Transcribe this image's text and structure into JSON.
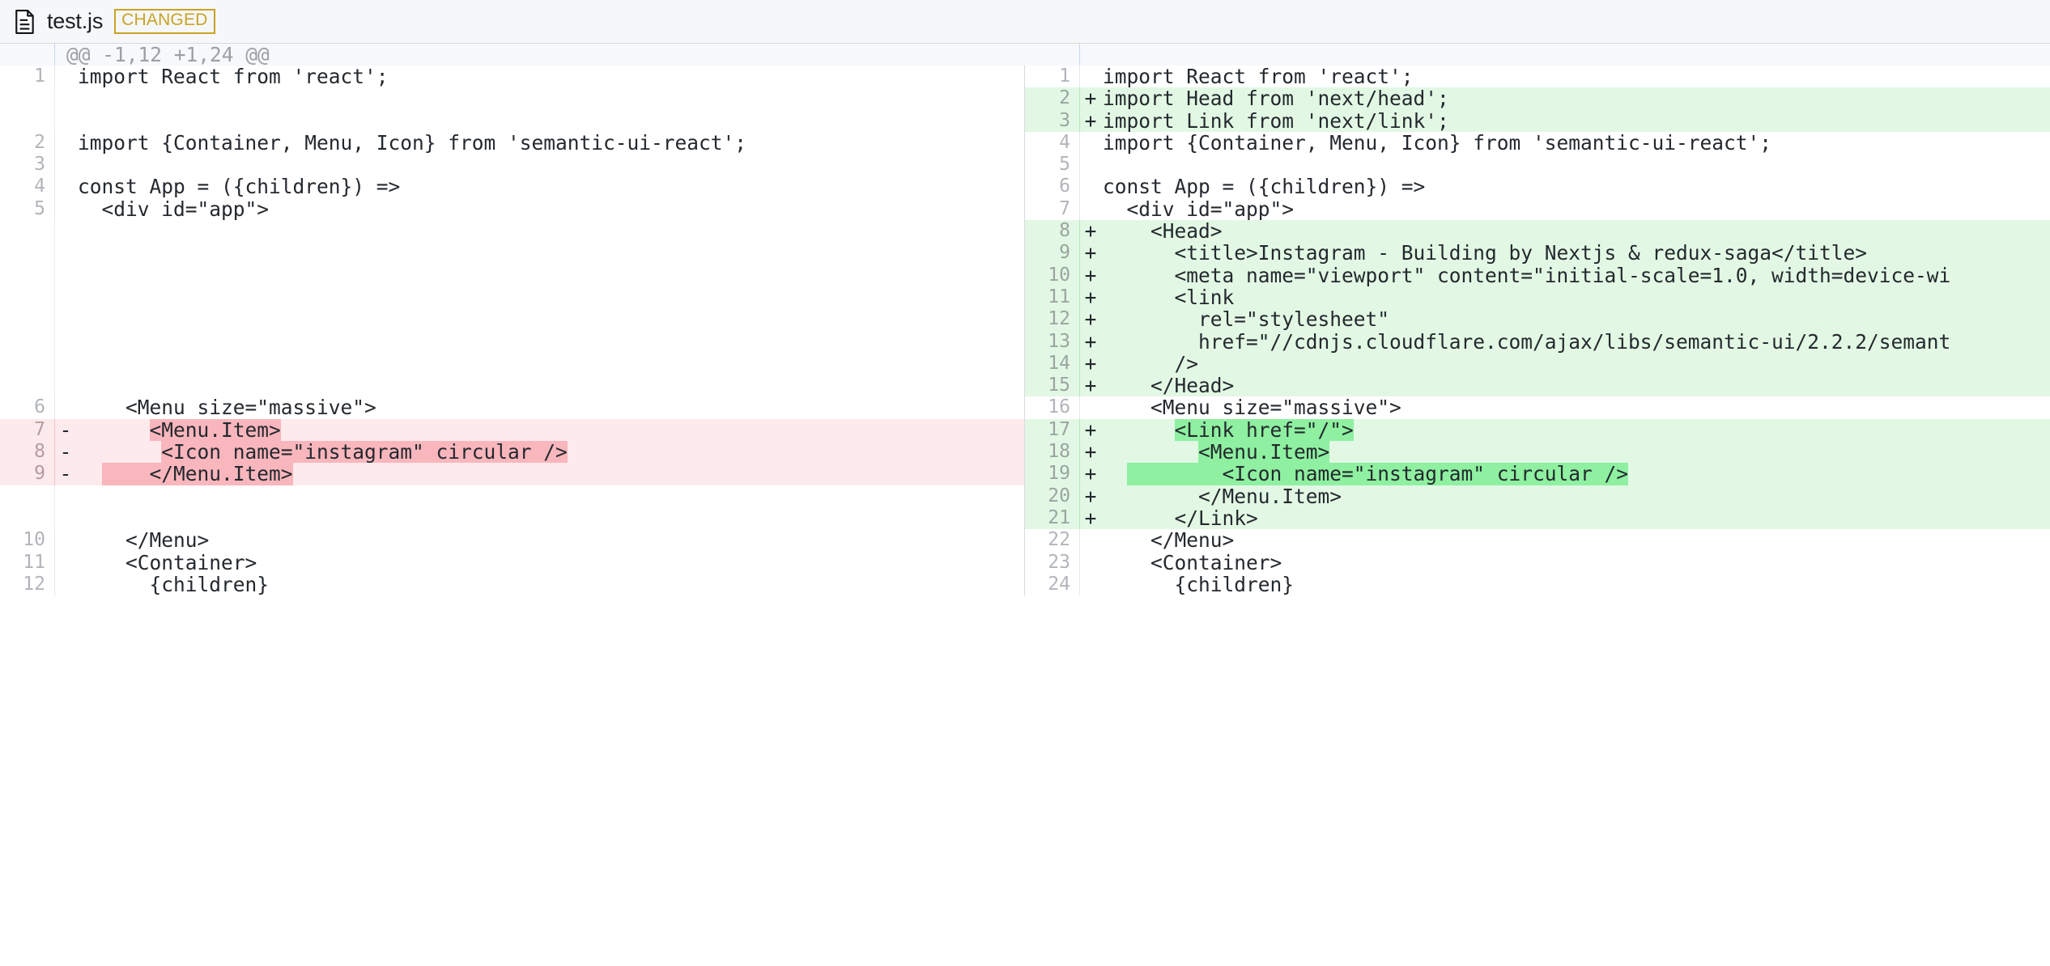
{
  "header": {
    "file_icon": "file-document-icon",
    "file_name": "test.js",
    "status": "CHANGED",
    "status_color": "#c9a227"
  },
  "colors": {
    "added_bg": "#e2f8e4",
    "deleted_bg": "#fdeaec",
    "added_word_bg": "#8ef0a0",
    "deleted_word_bg": "#f9b6bd",
    "hunk_bg": "#f6f8fc",
    "gutter_text": "#b1b5ba",
    "code_text": "#24292e"
  },
  "hunk": {
    "header": "@@ -1,12 +1,24 @@"
  },
  "diff": {
    "left_rows": [
      {
        "num": "1",
        "type": "context",
        "mark": " ",
        "segments": [
          {
            "text": "import React from 'react';"
          }
        ]
      },
      {
        "num": "",
        "type": "empty",
        "mark": " ",
        "segments": [
          {
            "text": ""
          }
        ]
      },
      {
        "num": "",
        "type": "empty",
        "mark": " ",
        "segments": [
          {
            "text": ""
          }
        ]
      },
      {
        "num": "2",
        "type": "context",
        "mark": " ",
        "segments": [
          {
            "text": "import {Container, Menu, Icon} from 'semantic-ui-react';"
          }
        ]
      },
      {
        "num": "3",
        "type": "context",
        "mark": " ",
        "segments": [
          {
            "text": ""
          }
        ]
      },
      {
        "num": "4",
        "type": "context",
        "mark": " ",
        "segments": [
          {
            "text": "const App = ({children}) =>"
          }
        ]
      },
      {
        "num": "5",
        "type": "context",
        "mark": " ",
        "segments": [
          {
            "text": "  <div id=\"app\">"
          }
        ]
      },
      {
        "num": "",
        "type": "empty",
        "mark": " ",
        "segments": [
          {
            "text": ""
          }
        ]
      },
      {
        "num": "",
        "type": "empty",
        "mark": " ",
        "segments": [
          {
            "text": ""
          }
        ]
      },
      {
        "num": "",
        "type": "empty",
        "mark": " ",
        "segments": [
          {
            "text": ""
          }
        ]
      },
      {
        "num": "",
        "type": "empty",
        "mark": " ",
        "segments": [
          {
            "text": ""
          }
        ]
      },
      {
        "num": "",
        "type": "empty",
        "mark": " ",
        "segments": [
          {
            "text": ""
          }
        ]
      },
      {
        "num": "",
        "type": "empty",
        "mark": " ",
        "segments": [
          {
            "text": ""
          }
        ]
      },
      {
        "num": "",
        "type": "empty",
        "mark": " ",
        "segments": [
          {
            "text": ""
          }
        ]
      },
      {
        "num": "",
        "type": "empty",
        "mark": " ",
        "segments": [
          {
            "text": ""
          }
        ]
      },
      {
        "num": "6",
        "type": "context",
        "mark": " ",
        "segments": [
          {
            "text": "    <Menu size=\"massive\">"
          }
        ]
      },
      {
        "num": "7",
        "type": "del",
        "mark": "-",
        "segments": [
          {
            "text": "      "
          },
          {
            "text": "<Menu.Item>",
            "hl": true
          }
        ]
      },
      {
        "num": "8",
        "type": "del",
        "mark": "-",
        "segments": [
          {
            "text": "       "
          },
          {
            "text": "<Icon name=\"instagram\" circular />",
            "hl": true
          }
        ]
      },
      {
        "num": "9",
        "type": "del",
        "mark": "-",
        "segments": [
          {
            "text": "  "
          },
          {
            "text": "    </Menu.Item>",
            "hl": true
          }
        ]
      },
      {
        "num": "",
        "type": "empty",
        "mark": " ",
        "segments": [
          {
            "text": ""
          }
        ]
      },
      {
        "num": "",
        "type": "empty",
        "mark": " ",
        "segments": [
          {
            "text": ""
          }
        ]
      },
      {
        "num": "10",
        "type": "context",
        "mark": " ",
        "segments": [
          {
            "text": "    </Menu>"
          }
        ]
      },
      {
        "num": "11",
        "type": "context",
        "mark": " ",
        "segments": [
          {
            "text": "    <Container>"
          }
        ]
      },
      {
        "num": "12",
        "type": "context",
        "mark": " ",
        "segments": [
          {
            "text": "      {children}"
          }
        ]
      }
    ],
    "right_rows": [
      {
        "num": "1",
        "type": "context",
        "mark": " ",
        "segments": [
          {
            "text": "import React from 'react';"
          }
        ]
      },
      {
        "num": "2",
        "type": "add",
        "mark": "+",
        "segments": [
          {
            "text": "import Head from 'next/head';"
          }
        ]
      },
      {
        "num": "3",
        "type": "add",
        "mark": "+",
        "segments": [
          {
            "text": "import Link from 'next/link';"
          }
        ]
      },
      {
        "num": "4",
        "type": "context",
        "mark": " ",
        "segments": [
          {
            "text": "import {Container, Menu, Icon} from 'semantic-ui-react';"
          }
        ]
      },
      {
        "num": "5",
        "type": "context",
        "mark": " ",
        "segments": [
          {
            "text": ""
          }
        ]
      },
      {
        "num": "6",
        "type": "context",
        "mark": " ",
        "segments": [
          {
            "text": "const App = ({children}) =>"
          }
        ]
      },
      {
        "num": "7",
        "type": "context",
        "mark": " ",
        "segments": [
          {
            "text": "  <div id=\"app\">"
          }
        ]
      },
      {
        "num": "8",
        "type": "add",
        "mark": "+",
        "segments": [
          {
            "text": "    <Head>"
          }
        ]
      },
      {
        "num": "9",
        "type": "add",
        "mark": "+",
        "segments": [
          {
            "text": "      <title>Instagram - Building by Nextjs & redux-saga</title>"
          }
        ]
      },
      {
        "num": "10",
        "type": "add",
        "mark": "+",
        "segments": [
          {
            "text": "      <meta name=\"viewport\" content=\"initial-scale=1.0, width=device-wi"
          }
        ]
      },
      {
        "num": "11",
        "type": "add",
        "mark": "+",
        "segments": [
          {
            "text": "      <link"
          }
        ]
      },
      {
        "num": "12",
        "type": "add",
        "mark": "+",
        "segments": [
          {
            "text": "        rel=\"stylesheet\""
          }
        ]
      },
      {
        "num": "13",
        "type": "add",
        "mark": "+",
        "segments": [
          {
            "text": "        href=\"//cdnjs.cloudflare.com/ajax/libs/semantic-ui/2.2.2/semant"
          }
        ]
      },
      {
        "num": "14",
        "type": "add",
        "mark": "+",
        "segments": [
          {
            "text": "      />"
          }
        ]
      },
      {
        "num": "15",
        "type": "add",
        "mark": "+",
        "segments": [
          {
            "text": "    </Head>"
          }
        ]
      },
      {
        "num": "16",
        "type": "context",
        "mark": " ",
        "segments": [
          {
            "text": "    <Menu size=\"massive\">"
          }
        ]
      },
      {
        "num": "17",
        "type": "add",
        "mark": "+",
        "segments": [
          {
            "text": "      "
          },
          {
            "text": "<Link href=\"/\">",
            "hl": true
          }
        ]
      },
      {
        "num": "18",
        "type": "add",
        "mark": "+",
        "segments": [
          {
            "text": "        "
          },
          {
            "text": "<Menu.Item>",
            "hl": true
          }
        ]
      },
      {
        "num": "19",
        "type": "add",
        "mark": "+",
        "segments": [
          {
            "text": "  "
          },
          {
            "text": "        <Icon name=\"instagram\" circular />",
            "hl": true
          }
        ]
      },
      {
        "num": "20",
        "type": "add",
        "mark": "+",
        "segments": [
          {
            "text": "        </Menu.Item>"
          }
        ]
      },
      {
        "num": "21",
        "type": "add",
        "mark": "+",
        "segments": [
          {
            "text": "      </Link>"
          }
        ]
      },
      {
        "num": "22",
        "type": "context",
        "mark": " ",
        "segments": [
          {
            "text": "    </Menu>"
          }
        ]
      },
      {
        "num": "23",
        "type": "context",
        "mark": " ",
        "segments": [
          {
            "text": "    <Container>"
          }
        ]
      },
      {
        "num": "24",
        "type": "context",
        "mark": " ",
        "segments": [
          {
            "text": "      {children}"
          }
        ]
      }
    ]
  }
}
